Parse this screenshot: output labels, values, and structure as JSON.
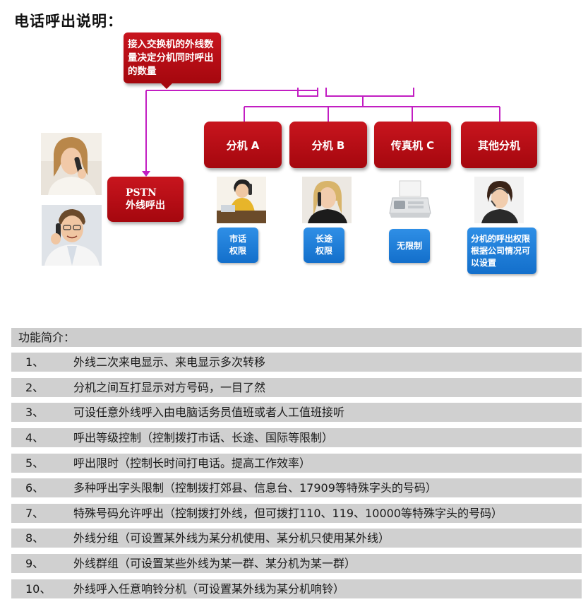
{
  "title": "电话呼出说明：",
  "diagram": {
    "callout": "接入交换机的外线数量决定分机同时呼出的数量",
    "pstn": [
      "PSTN",
      "外线呼出"
    ],
    "extensions": [
      {
        "label": "分机 A",
        "icon": "receptionist-photo",
        "permission": "市话权限"
      },
      {
        "label": "分机 B",
        "icon": "woman-phone-photo",
        "permission": "长途权限"
      },
      {
        "label": "传真机 C",
        "icon": "fax-machine-photo",
        "permission": "无限制"
      },
      {
        "label": "其他分机",
        "icon": "headset-operator-photo",
        "permission": "分机的呼出权限根据公司情况可以设置"
      }
    ],
    "colors": {
      "red": "#b40d15",
      "blue": "#1a7ad6",
      "line": "#c21ec2"
    }
  },
  "features": {
    "header": "功能简介：",
    "items": [
      {
        "num": "1、",
        "text": "外线二次来电显示、来电显示多次转移"
      },
      {
        "num": "2、",
        "text": "分机之间互打显示对方号码，一目了然"
      },
      {
        "num": "3、",
        "text": "可设任意外线呼入由电脑话务员值班或者人工值班接听"
      },
      {
        "num": "4、",
        "text": "呼出等级控制（控制拨打市话、长途、国际等限制）"
      },
      {
        "num": "5、",
        "text": "呼出限时（控制长时间打电话。提高工作效率）"
      },
      {
        "num": "6、",
        "text": "多种呼出字头限制（控制拨打郊县、信息台、17909等特殊字头的号码）"
      },
      {
        "num": "7、",
        "text": "特殊号码允许呼出（控制拨打外线，但可拨打110、119、10000等特殊字头的号码）"
      },
      {
        "num": "8、",
        "text": "外线分组（可设置某外线为某分机使用、某分机只使用某外线）"
      },
      {
        "num": "9、",
        "text": "外线群组（可设置某些外线为某一群、某分机为某一群）"
      },
      {
        "num": "10、",
        "text": "外线呼入任意响铃分机（可设置某外线为某分机响铃）"
      }
    ]
  }
}
